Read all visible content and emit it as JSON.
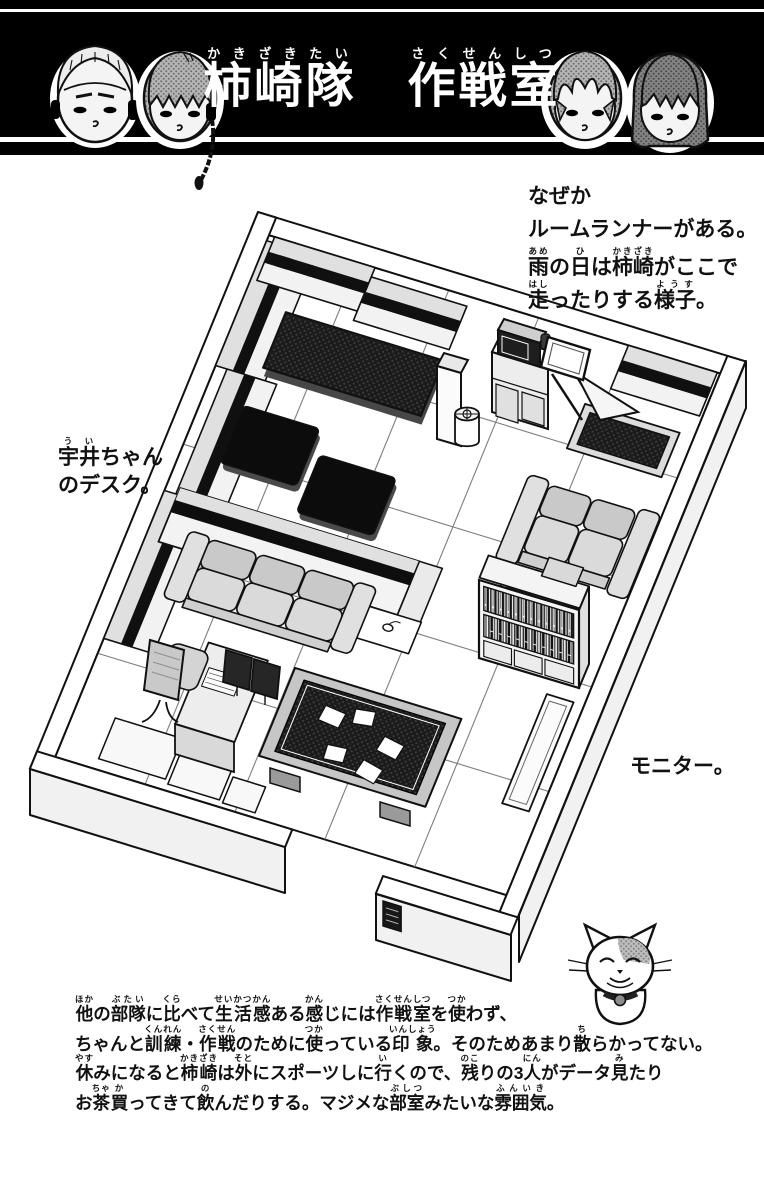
{
  "header": {
    "title": [
      {
        "t": "柿崎隊",
        "r": "かきざきたい"
      },
      {
        "t": "　"
      },
      {
        "t": "作戦室",
        "r": "さくせんしつ"
      }
    ]
  },
  "notes": {
    "treadmill": {
      "lines": [
        [
          {
            "t": "なぜか"
          }
        ],
        [
          {
            "t": "ルームランナーがある。"
          }
        ],
        [
          {
            "t": "雨",
            "r": "あめ"
          },
          {
            "t": "の"
          },
          {
            "t": "日",
            "r": "ひ"
          },
          {
            "t": "は"
          },
          {
            "t": "柿崎",
            "r": "かきざき"
          },
          {
            "t": "がここで"
          }
        ],
        [
          {
            "t": "走",
            "r": "はし"
          },
          {
            "t": "ったりする"
          },
          {
            "t": "様子",
            "r": "ようす"
          },
          {
            "t": "。"
          }
        ]
      ]
    },
    "ui_desk": {
      "lines": [
        [
          {
            "t": "宇井",
            "r": "うい"
          },
          {
            "t": "ちゃん"
          }
        ],
        [
          {
            "t": "のデスク。"
          }
        ]
      ]
    },
    "monitor": {
      "lines": [
        [
          {
            "t": "モニター。"
          }
        ]
      ]
    }
  },
  "caption": {
    "lines": [
      [
        {
          "t": "他",
          "r": "ほか"
        },
        {
          "t": "の"
        },
        {
          "t": "部隊",
          "r": "ぶたい"
        },
        {
          "t": "に"
        },
        {
          "t": "比",
          "r": "くら"
        },
        {
          "t": "べて"
        },
        {
          "t": "生活感",
          "r": "せいかつかん"
        },
        {
          "t": "ある"
        },
        {
          "t": "感",
          "r": "かん"
        },
        {
          "t": "じには"
        },
        {
          "t": "作戦室",
          "r": "さくせんしつ"
        },
        {
          "t": "を"
        },
        {
          "t": "使",
          "r": "つか"
        },
        {
          "t": "わず、"
        }
      ],
      [
        {
          "t": "ちゃんと"
        },
        {
          "t": "訓練",
          "r": "くんれん"
        },
        {
          "t": "・"
        },
        {
          "t": "作戦",
          "r": "さくせん"
        },
        {
          "t": "のために"
        },
        {
          "t": "使",
          "r": "つか"
        },
        {
          "t": "っている"
        },
        {
          "t": "印象",
          "r": "いんしょう"
        },
        {
          "t": "。そのためあまり"
        },
        {
          "t": "散",
          "r": "ち"
        },
        {
          "t": "らかってない。"
        }
      ],
      [
        {
          "t": "休",
          "r": "やす"
        },
        {
          "t": "みになると"
        },
        {
          "t": "柿崎",
          "r": "かきざき"
        },
        {
          "t": "は"
        },
        {
          "t": "外",
          "r": "そと"
        },
        {
          "t": "にスポーツしに"
        },
        {
          "t": "行",
          "r": "い"
        },
        {
          "t": "くので、"
        },
        {
          "t": "残",
          "r": "のこ"
        },
        {
          "t": "りの3"
        },
        {
          "t": "人",
          "r": "にん"
        },
        {
          "t": "がデータ"
        },
        {
          "t": "見",
          "r": "み"
        },
        {
          "t": "たり"
        }
      ],
      [
        {
          "t": "お"
        },
        {
          "t": "茶",
          "r": "ちゃ"
        },
        {
          "t": "買",
          "r": "か"
        },
        {
          "t": "ってきて"
        },
        {
          "t": "飲",
          "r": "の"
        },
        {
          "t": "んだりする。マジメな"
        },
        {
          "t": "部室",
          "r": "ぶしつ"
        },
        {
          "t": "みたいな"
        },
        {
          "t": "雰囲気",
          "r": "ふんいき"
        },
        {
          "t": "。"
        }
      ]
    ]
  },
  "colors": {
    "banner": "#000000",
    "paper": "#ffffff",
    "ink": "#111111",
    "wall_face": "#f1f1f1",
    "desk_stripe": "#101010",
    "sofa_cushion": "#c9c9c9",
    "dark_table": "#1b1b1b"
  }
}
